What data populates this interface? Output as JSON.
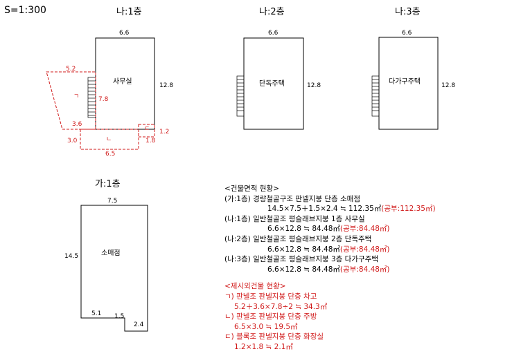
{
  "scale_label": "S=1:300",
  "colors": {
    "ink": "#000000",
    "annex": "#d01818"
  },
  "floors": {
    "na1": {
      "title": "나:1층",
      "room": "사무실",
      "width": "6.6",
      "height": "12.8",
      "annex": {
        "shed_width_top": "5.2",
        "shed_width_bottom": "3.6",
        "shed_depth": "7.8",
        "shed_mark": "ㄱ",
        "kitchen_width": "6.5",
        "kitchen_depth": "3.0",
        "kitchen_mark": "ㄴ",
        "toilet_width": "1.2",
        "toilet_depth": "1.8",
        "toilet_mark": "ㄷ"
      }
    },
    "na2": {
      "title": "나:2층",
      "room": "단독주택",
      "width": "6.6",
      "height": "12.8"
    },
    "na3": {
      "title": "나:3층",
      "room": "다가구주택",
      "width": "6.6",
      "height": "12.8"
    },
    "ga1": {
      "title": "가:1층",
      "room": "소매점",
      "width": "7.5",
      "height": "14.5",
      "bottom_left": "5.1",
      "notch": "1.5",
      "notch_width": "2.4"
    }
  },
  "summary": {
    "heading": "<건물면적 현황>",
    "entries": [
      {
        "label": "(가:1층) 경량철골구조 판넬지붕 단층 소매점",
        "calc": "14.5×7.5＋1.5×2.4 ≒ 112.35㎡",
        "public": "(공부:112.35㎡)"
      },
      {
        "label": "(나:1층) 일반철골조 평슬래브지붕 1층 사무실",
        "calc": "6.6×12.8 ≒ 84.48㎡",
        "public": "(공부:84.48㎡)"
      },
      {
        "label": "(나:2층) 일반철골조 평슬래브지붕 2층 단독주택",
        "calc": "6.6×12.8 ≒ 84.48㎡",
        "public": "(공부:84.48㎡)"
      },
      {
        "label": "(나:3층) 일반철골조 평슬래브지붕 3층 다가구주택",
        "calc": "6.6×12.8 ≒ 84.48㎡",
        "public": "(공부:84.48㎡)"
      }
    ],
    "extra_heading": "<제시외건물 현황>",
    "extras": [
      {
        "label": "ㄱ) 판넬조 판넬지붕 단층 차고",
        "calc": "5.2＋3.6×7.8÷2 ≒ 34.3㎡"
      },
      {
        "label": "ㄴ) 판넬조 판넬지붕 단층 주방",
        "calc": "6.5×3.0 ≒ 19.5㎡"
      },
      {
        "label": "ㄷ) 블록조 판넬지붕 단층 화장실",
        "calc": "1.2×1.8 ≒ 2.1㎡"
      }
    ]
  }
}
